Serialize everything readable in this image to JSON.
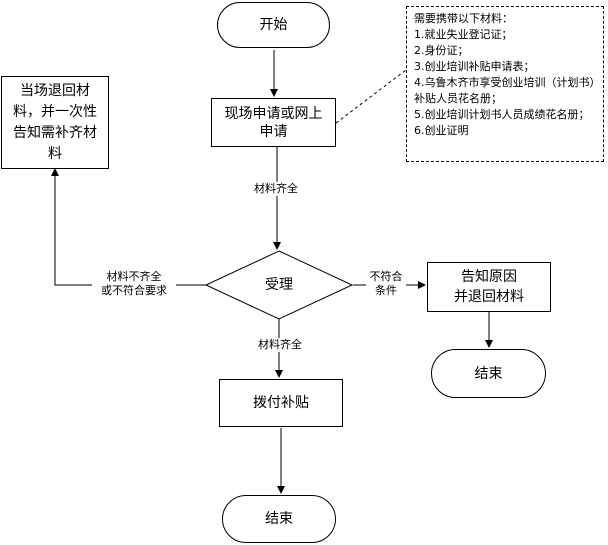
{
  "nodes": {
    "start": "开始",
    "apply": "现场申请或网上申请",
    "reject_left": "当场退回材料，并一次性告知需补齐材料",
    "accept": "受理",
    "notify": "告知原因\n并退回材料",
    "pay": "拨付补贴",
    "end_right": "结束",
    "end_bottom": "结束"
  },
  "labels": {
    "complete_1": "材料齐全",
    "complete_2": "材料齐全",
    "incomplete": "材料不齐全\n或不符合要求",
    "not_eligible": "不符合\n条件"
  },
  "note": {
    "title": "需要携带以下材料：",
    "items": [
      "1.就业失业登记证；",
      "2.身份证；",
      "3.创业培训补贴申请表；",
      "4.乌鲁木齐市享受创业培训（计划书）补贴人员花名册；",
      "5.创业培训计划书人员成绩花名册；",
      "6.创业证明"
    ]
  }
}
